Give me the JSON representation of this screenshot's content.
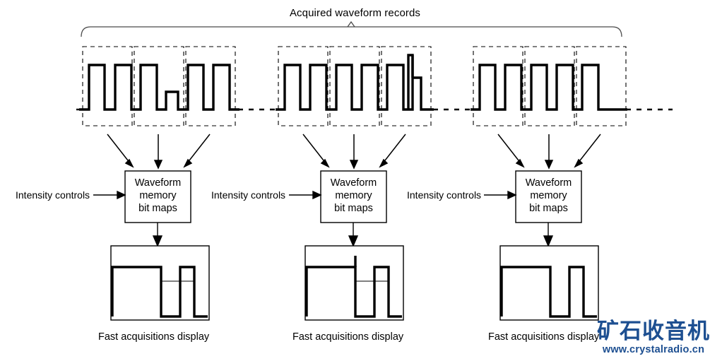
{
  "title": "Acquired waveform records",
  "groups": [
    {
      "intensity_label": "Intensity controls",
      "memory_box": {
        "line1": "Waveform",
        "line2": "memory",
        "line3": "bit maps"
      },
      "display_caption": "Fast acquisitions display"
    },
    {
      "intensity_label": "Intensity controls",
      "memory_box": {
        "line1": "Waveform",
        "line2": "memory",
        "line3": "bit maps"
      },
      "display_caption": "Fast acquisitions display"
    },
    {
      "intensity_label": "Intensity controls",
      "memory_box": {
        "line1": "Waveform",
        "line2": "memory",
        "line3": "bit maps"
      },
      "display_caption": "Fast acquisitions display"
    }
  ],
  "watermark": {
    "chinese": "矿石收音机",
    "url": "www.crystalradio.cn"
  },
  "colors": {
    "ink": "#000000",
    "background": "#ffffff",
    "watermark": "#1d4f91",
    "bracket": "#4a4a4a"
  }
}
